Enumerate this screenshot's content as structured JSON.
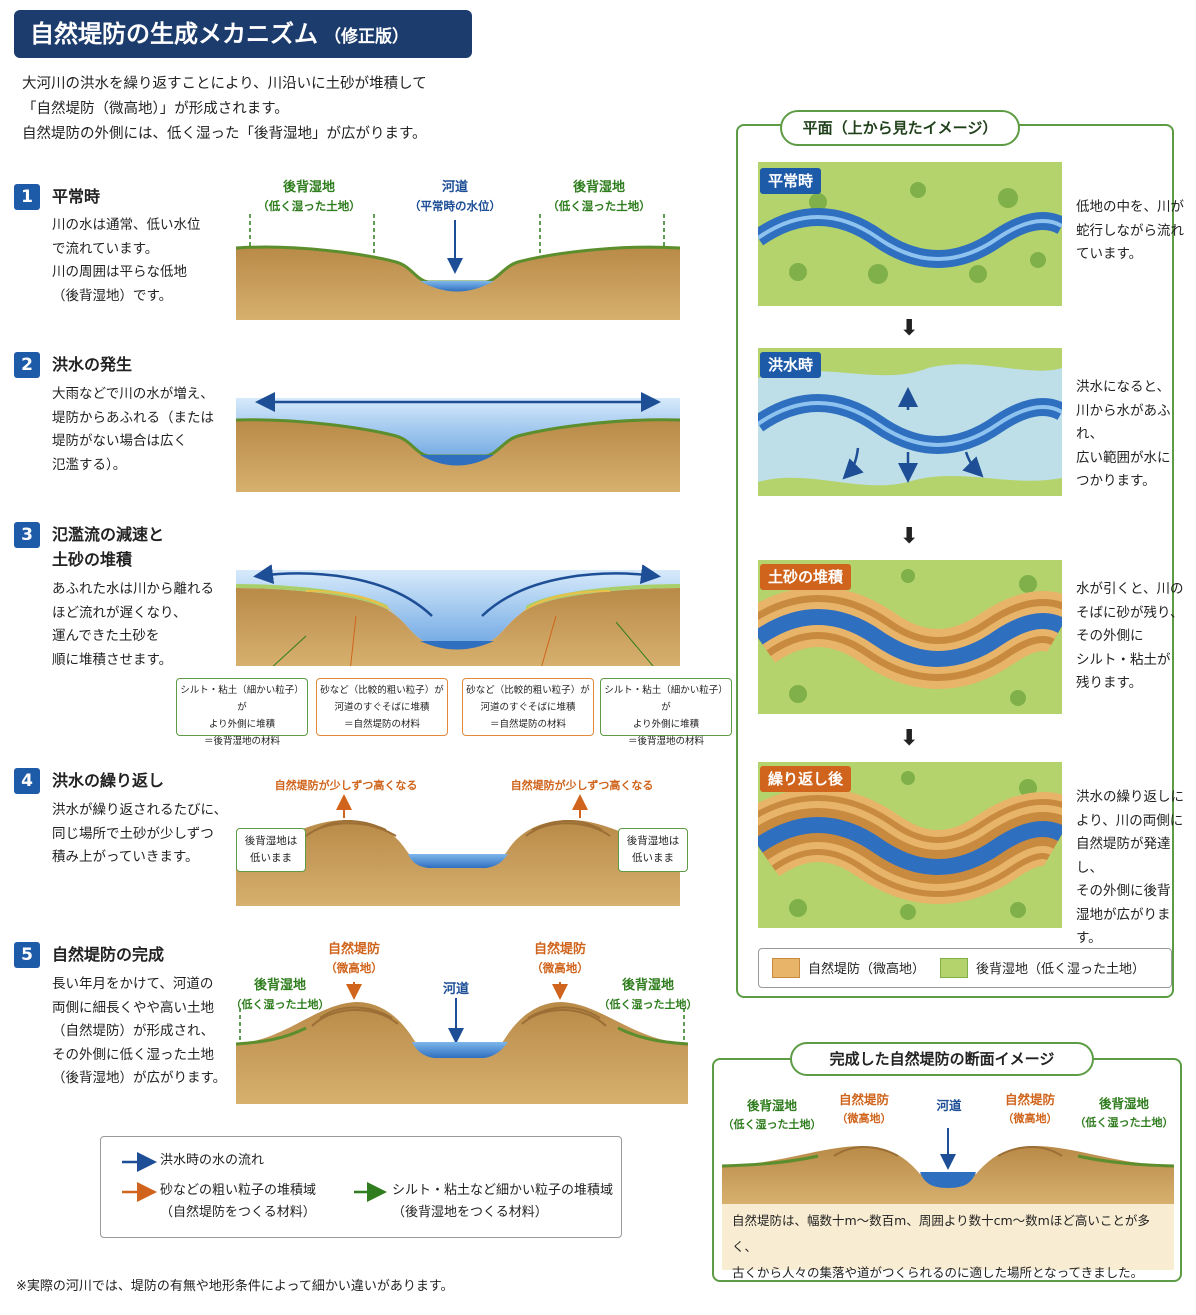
{
  "header": {
    "title": "自然堤防の生成メカニズム",
    "title_suffix": "（修正版）"
  },
  "intro": [
    "大河川の洪水を繰り返すことにより、川沿いに土砂が堆積して",
    "「自然堤防（微高地）」が形成されます。",
    "自然堤防の外側には、低く湿った「後背湿地」が広がります。"
  ],
  "steps": [
    {
      "no": "1",
      "title": "平常時",
      "desc": [
        "川の水は通常、低い水位",
        "で流れています。",
        "川の周囲は平らな低地",
        "（後背湿地）です。"
      ]
    },
    {
      "no": "2",
      "title": "洪水の発生",
      "desc": [
        "大雨などで川の水が増え、",
        "堤防からあふれる（または",
        "堤防がない場合は広く",
        "氾濫する）。"
      ]
    },
    {
      "no": "3",
      "title": [
        "氾濫流の減速と",
        "土砂の堆積"
      ],
      "desc": [
        "あふれた水は川から離れる",
        "ほど流れが遅くなり、",
        "運んできた土砂を",
        "順に堆積させます。"
      ]
    },
    {
      "no": "4",
      "title": "洪水の繰り返し",
      "desc": [
        "洪水が繰り返されるたびに、",
        "同じ場所で土砂が少しずつ",
        "積み上がっていきます。"
      ]
    },
    {
      "no": "5",
      "title": "自然堤防の完成",
      "desc": [
        "長い年月をかけて、河道の",
        "両側に細長くやや高い土地",
        "（自然堤防）が形成され、",
        "その外側に低く湿った土地",
        "（後背湿地）が広がります。"
      ]
    }
  ],
  "s1_labels": {
    "left": [
      "後背湿地",
      "（低く湿った土地）"
    ],
    "center": [
      "河道",
      "（平常時の水位）"
    ],
    "right": [
      "後背湿地",
      "（低く湿った土地）"
    ]
  },
  "s3_notes": [
    [
      "シルト・粘土（細かい粒子）が",
      "より外側に堆積",
      "＝後背湿地の材料"
    ],
    [
      "砂など（比較的粗い粒子）が",
      "河道のすぐそばに堆積",
      "＝自然堤防の材料"
    ],
    [
      "砂など（比較的粗い粒子）が",
      "河道のすぐそばに堆積",
      "＝自然堤防の材料"
    ],
    [
      "シルト・粘土（細かい粒子）が",
      "より外側に堆積",
      "＝後背湿地の材料"
    ]
  ],
  "s4_labels": {
    "rise": "自然堤防が少しずつ高くなる",
    "low": [
      "後背湿地は",
      "低いまま"
    ]
  },
  "s5_labels": {
    "levee": [
      "自然堤防",
      "（微高地）"
    ],
    "river": "河道",
    "marsh": [
      "後背湿地",
      "（低く湿った土地）"
    ]
  },
  "legend": {
    "blue": "洪水時の水の流れ",
    "orange": [
      "砂などの粗い粒子の堆積域",
      "（自然堤防をつくる材料）"
    ],
    "green": [
      "シルト・粘土など細かい粒子の堆積域",
      "（後背湿地をつくる材料）"
    ]
  },
  "footnote": "※実際の河川では、堤防の有無や地形条件によって細かい違いがあります。",
  "plan": {
    "title": "平面（上から見たイメージ）",
    "maps": [
      {
        "tag": "平常時",
        "tag_color": "#1d5aa8",
        "desc": [
          "低地の中を、川が",
          "蛇行しながら流れ",
          "ています。"
        ]
      },
      {
        "tag": "洪水時",
        "tag_color": "#1d5aa8",
        "desc": [
          "洪水になると、",
          "川から水があふれ、",
          "広い範囲が水に",
          "つかります。"
        ]
      },
      {
        "tag": "土砂の堆積",
        "tag_color": "#d0641c",
        "desc": [
          "水が引くと、川の",
          "そばに砂が残り、",
          "その外側に",
          "シルト・粘土が",
          "残ります。"
        ]
      },
      {
        "tag": "繰り返し後",
        "tag_color": "#d0641c",
        "desc": [
          "洪水の繰り返しに",
          "より、川の両側に",
          "自然堤防が発達し、",
          "その外側に後背",
          "湿地が広がります。"
        ]
      }
    ],
    "legend": {
      "levee": "自然堤防（微高地）",
      "marsh": "後背湿地（低く湿った土地）"
    }
  },
  "section": {
    "title": "完成した自然堤防の断面イメージ",
    "labels": {
      "marsh": [
        "後背湿地",
        "（低く湿った土地）"
      ],
      "levee": [
        "自然堤防",
        "（微高地）"
      ],
      "river": "河道"
    },
    "text": [
      "自然堤防は、幅数十m〜数百m、周囲より数十cm〜数mほど高いことが多く、",
      "古くから人々の集落や道がつくられるのに適した場所となってきました。"
    ]
  },
  "colors": {
    "navy": "#1d3c6e",
    "blue": "#1d5aa8",
    "green": "#2f7d1e",
    "orange": "#d0641c",
    "soil": "#c59a55",
    "marsh": "#a9cf6a",
    "water": "#4a8fd6"
  }
}
